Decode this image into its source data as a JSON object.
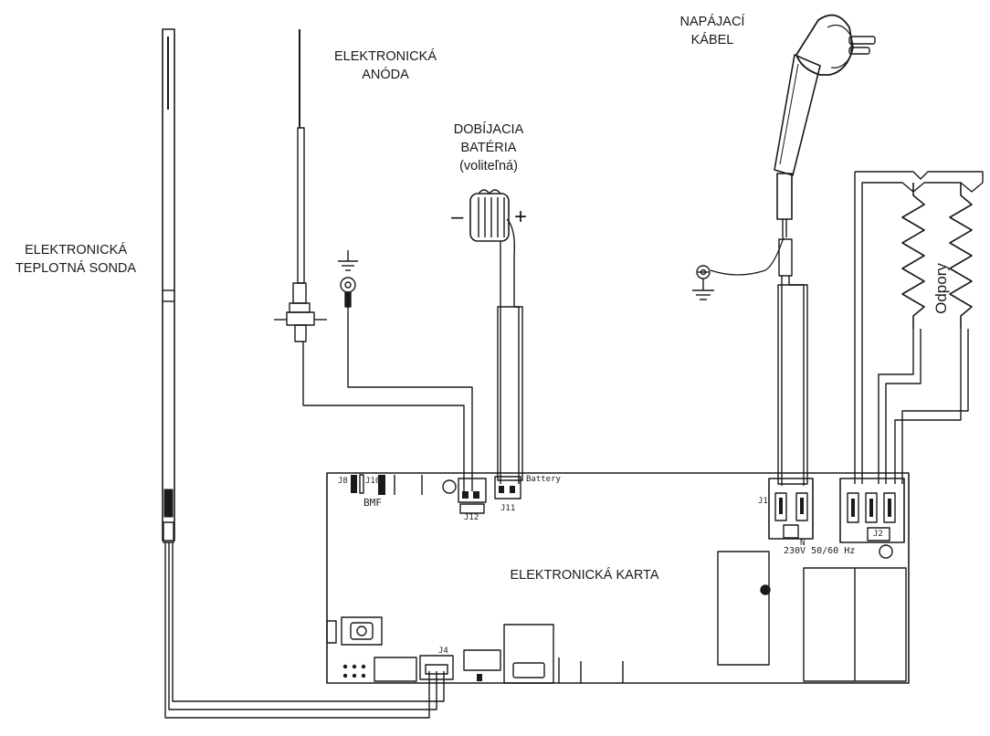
{
  "labels": {
    "temp_probe": [
      "ELEKTRONICKÁ",
      "TEPLOTNÁ SONDA"
    ],
    "anode": [
      "ELEKTRONICKÁ",
      "ANÓDA"
    ],
    "battery": [
      "DOBÍJACIA",
      "BATÉRIA",
      "(voliteľná)"
    ],
    "power_cable": [
      "NAPÁJACÍ",
      "KÁBEL"
    ],
    "resistors": "Odpory",
    "board": "ELEKTRONICKÁ KARTA"
  },
  "battery_polarity": {
    "minus": "–",
    "plus": "+"
  },
  "board_markings": {
    "j8": "J8",
    "j10": "J10",
    "bmf": "BMF",
    "j12": "J12",
    "j11": "J11",
    "battery": "Battery",
    "j1": "J1",
    "j2": "J2",
    "n": "N",
    "voltage": "230V 50/60 Hz",
    "j4": "J4"
  },
  "colors": {
    "line": "#1a1a1a",
    "background": "#ffffff"
  }
}
